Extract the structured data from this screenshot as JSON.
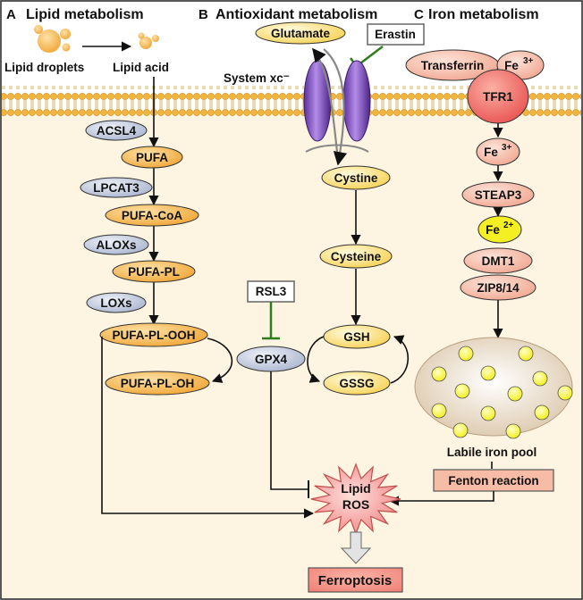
{
  "panels": {
    "a": {
      "letter": "A",
      "title": "Lipid metabolism"
    },
    "b": {
      "letter": "B",
      "title": "Antioxidant metabolism"
    },
    "c": {
      "letter": "C",
      "title": "Iron metabolism"
    }
  },
  "lipid": {
    "droplets": "Lipid droplets",
    "acid": "Lipid acid",
    "acsl4": "ACSL4",
    "pufa": "PUFA",
    "lpcat3": "LPCAT3",
    "pufa_coa": "PUFA-CoA",
    "aloxs": "ALOXs",
    "pufa_pl": "PUFA-PL",
    "loxs": "LOXs",
    "pufa_pl_ooh": "PUFA-PL-OOH",
    "pufa_pl_oh": "PUFA-PL-OH"
  },
  "antioxidant": {
    "glutamate": "Glutamate",
    "erastin": "Erastin",
    "system_xc": "System xc⁻",
    "cystine": "Cystine",
    "cysteine": "Cysteine",
    "gsh": "GSH",
    "gssg": "GSSG",
    "rsl3": "RSL3",
    "gpx4": "GPX4"
  },
  "iron": {
    "transferrin": "Transferrin",
    "fe3_a": "Fe",
    "fe3_a_sup": "3+",
    "tfr1": "TFR1",
    "fe3_b": "Fe",
    "fe3_b_sup": "3+",
    "steap3": "STEAP3",
    "fe2": "Fe",
    "fe2_sup": "2+",
    "dmt1": "DMT1",
    "zip": "ZIP8/14",
    "pool": "Labile iron pool",
    "fenton": "Fenton reaction"
  },
  "outcome": {
    "lipid_ros_line1": "Lipid",
    "lipid_ros_line2": "ROS",
    "ferroptosis": "Ferroptosis"
  },
  "colors": {
    "orange": "#f4a93a",
    "yellow": "#fbd860",
    "bluegray": "#b8c2d8",
    "salmon": "#f6b8a4",
    "red": "#f06a6a",
    "cytoplasm": "#fdf5e2",
    "inhibitor": "#2e7d1f"
  }
}
